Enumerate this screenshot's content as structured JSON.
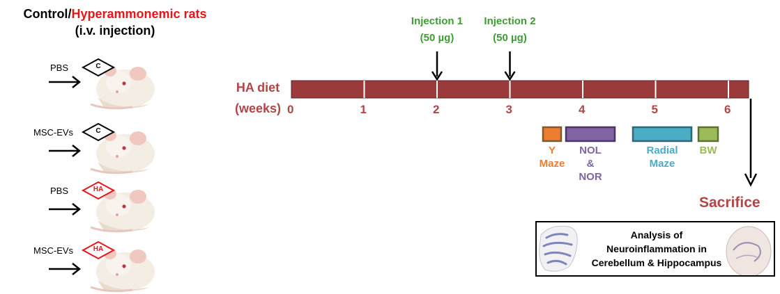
{
  "title": {
    "part1": "Control/",
    "part2": "Hyperammonemic rats",
    "line2": "(i.v. injection)"
  },
  "groups": [
    {
      "treatment": "PBS",
      "tag": "C"
    },
    {
      "treatment": "MSC-EVs",
      "tag": "C"
    },
    {
      "treatment": "PBS",
      "tag": "HA"
    },
    {
      "treatment": "MSC-EVs",
      "tag": "HA"
    }
  ],
  "timeline": {
    "label_line1": "HA diet",
    "label_line2": "(weeks)",
    "weeks": [
      "0",
      "1",
      "2",
      "3",
      "4",
      "5",
      "6"
    ],
    "bar_color": "#9b3a3a"
  },
  "injections": [
    {
      "line1": "Injection 1",
      "line2": "(50 µg)",
      "week": 2
    },
    {
      "line1": "Injection 2",
      "line2": "(50 µg)",
      "week": 3
    }
  ],
  "tests": [
    {
      "lines": [
        "Y",
        "Maze"
      ],
      "color": "#ed7d31",
      "border": "#7f5a2e"
    },
    {
      "lines": [
        "NOL",
        "&",
        "NOR"
      ],
      "color": "#8064a2",
      "border": "#4a3566"
    },
    {
      "lines": [
        "Radial",
        "Maze"
      ],
      "color": "#4bacc6",
      "border": "#2d6877"
    },
    {
      "lines": [
        "BW"
      ],
      "color": "#9bbb59",
      "border": "#5a7132"
    }
  ],
  "sacrifice": "Sacrifice",
  "analysis": {
    "line1": "Analysis of",
    "line2": "Neuroinflammation in",
    "line3": "Cerebellum & Hippocampus"
  }
}
